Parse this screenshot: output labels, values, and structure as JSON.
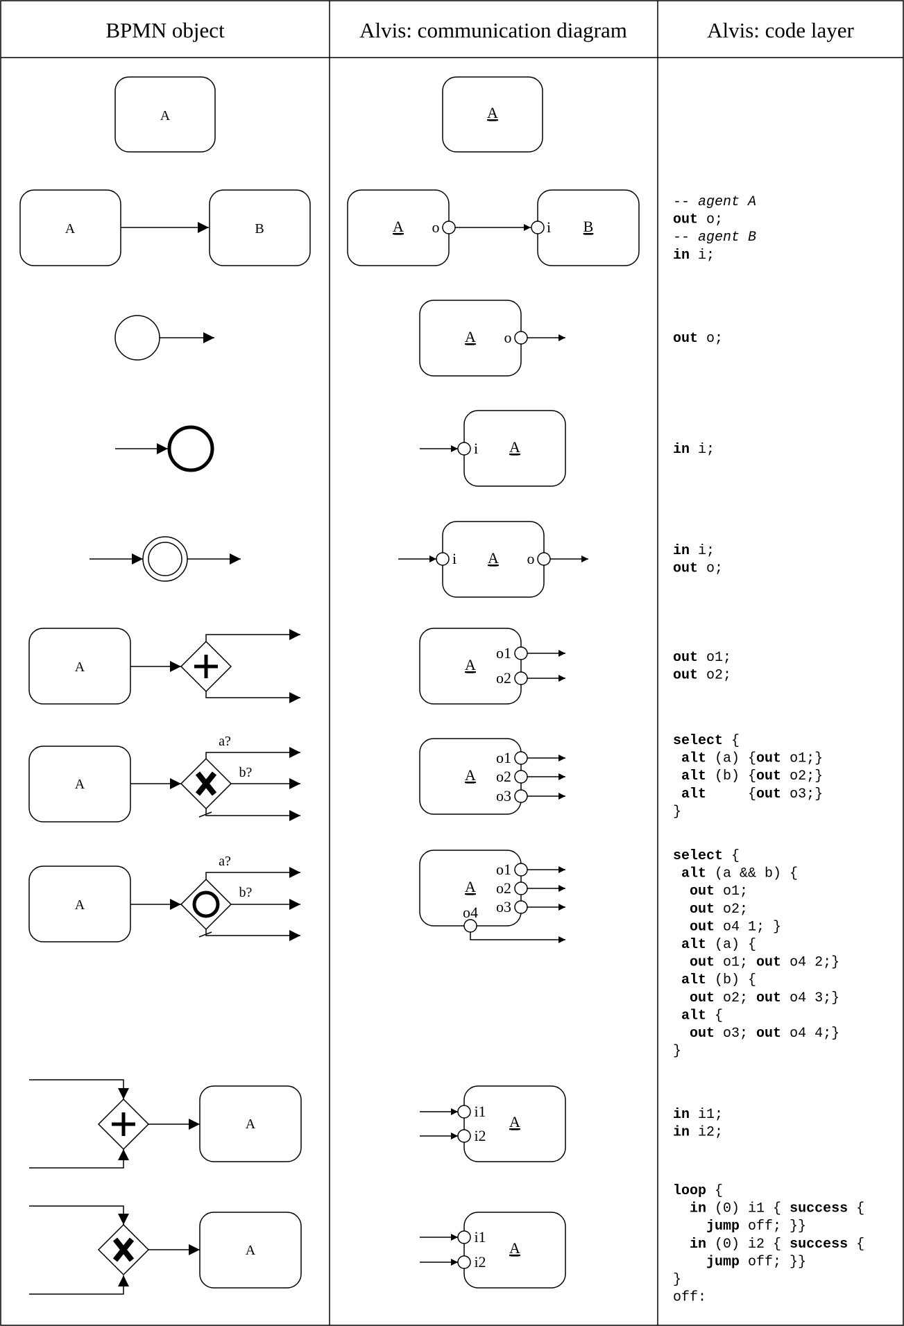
{
  "headers": {
    "bpmn": "BPMN object",
    "comm": "Alvis: communication diagram",
    "code": "Alvis: code layer"
  },
  "rows": [
    {
      "id": "task",
      "bpmn": {
        "task": "A"
      },
      "comm": {
        "agent": "A"
      },
      "code": []
    },
    {
      "id": "sequence-flow",
      "bpmn": {
        "task_a": "A",
        "task_b": "B"
      },
      "comm": {
        "agent_a": "A",
        "agent_b": "B",
        "port_out": "o",
        "port_in": "i"
      },
      "code": [
        [
          {
            "t": "-- agent A",
            "s": "cm"
          }
        ],
        [
          {
            "t": "out",
            "s": "kw"
          },
          {
            "t": " o;"
          }
        ],
        [
          {
            "t": "-- agent B",
            "s": "cm"
          }
        ],
        [
          {
            "t": "in",
            "s": "kw"
          },
          {
            "t": " i;"
          }
        ]
      ]
    },
    {
      "id": "start-event",
      "bpmn": {},
      "comm": {
        "agent": "A",
        "port_out": "o"
      },
      "code": [
        [
          {
            "t": "out",
            "s": "kw"
          },
          {
            "t": " o;"
          }
        ]
      ]
    },
    {
      "id": "end-event",
      "bpmn": {},
      "comm": {
        "agent": "A",
        "port_in": "i"
      },
      "code": [
        [
          {
            "t": "in",
            "s": "kw"
          },
          {
            "t": " i;"
          }
        ]
      ]
    },
    {
      "id": "intermediate-event",
      "bpmn": {},
      "comm": {
        "agent": "A",
        "port_in": "i",
        "port_out": "o"
      },
      "code": [
        [
          {
            "t": "in",
            "s": "kw"
          },
          {
            "t": " i;"
          }
        ],
        [
          {
            "t": "out",
            "s": "kw"
          },
          {
            "t": " o;"
          }
        ]
      ]
    },
    {
      "id": "parallel-fork",
      "bpmn": {
        "task": "A"
      },
      "comm": {
        "agent": "A",
        "ports_out": [
          "o1",
          "o2"
        ]
      },
      "code": [
        [
          {
            "t": "out",
            "s": "kw"
          },
          {
            "t": " o1;"
          }
        ],
        [
          {
            "t": "out",
            "s": "kw"
          },
          {
            "t": " o2;"
          }
        ]
      ]
    },
    {
      "id": "exclusive-fork",
      "bpmn": {
        "task": "A",
        "cond_a": "a?",
        "cond_b": "b?"
      },
      "comm": {
        "agent": "A",
        "ports_out": [
          "o1",
          "o2",
          "o3"
        ]
      },
      "code": [
        [
          {
            "t": "select",
            "s": "kw"
          },
          {
            "t": " {"
          }
        ],
        [
          {
            "t": " "
          },
          {
            "t": "alt",
            "s": "kw"
          },
          {
            "t": " (a) {"
          },
          {
            "t": "out",
            "s": "kw"
          },
          {
            "t": " o1;}"
          }
        ],
        [
          {
            "t": " "
          },
          {
            "t": "alt",
            "s": "kw"
          },
          {
            "t": " (b) {"
          },
          {
            "t": "out",
            "s": "kw"
          },
          {
            "t": " o2;}"
          }
        ],
        [
          {
            "t": " "
          },
          {
            "t": "alt",
            "s": "kw"
          },
          {
            "t": "     {"
          },
          {
            "t": "out",
            "s": "kw"
          },
          {
            "t": " o3;}"
          }
        ],
        [
          {
            "t": "}"
          }
        ]
      ]
    },
    {
      "id": "inclusive-fork",
      "bpmn": {
        "task": "A",
        "cond_a": "a?",
        "cond_b": "b?"
      },
      "comm": {
        "agent": "A",
        "ports_out": [
          "o1",
          "o2",
          "o3"
        ],
        "port_bottom": "o4"
      },
      "code": [
        [
          {
            "t": "select",
            "s": "kw"
          },
          {
            "t": " {"
          }
        ],
        [
          {
            "t": " "
          },
          {
            "t": "alt",
            "s": "kw"
          },
          {
            "t": " (a && b) {"
          }
        ],
        [
          {
            "t": "  "
          },
          {
            "t": "out",
            "s": "kw"
          },
          {
            "t": " o1;"
          }
        ],
        [
          {
            "t": "  "
          },
          {
            "t": "out",
            "s": "kw"
          },
          {
            "t": " o2;"
          }
        ],
        [
          {
            "t": "  "
          },
          {
            "t": "out",
            "s": "kw"
          },
          {
            "t": " o4 1; }"
          }
        ],
        [
          {
            "t": " "
          },
          {
            "t": "alt",
            "s": "kw"
          },
          {
            "t": " (a) {"
          }
        ],
        [
          {
            "t": "  "
          },
          {
            "t": "out",
            "s": "kw"
          },
          {
            "t": " o1; "
          },
          {
            "t": "out",
            "s": "kw"
          },
          {
            "t": " o4 2;}"
          }
        ],
        [
          {
            "t": " "
          },
          {
            "t": "alt",
            "s": "kw"
          },
          {
            "t": " (b) {"
          }
        ],
        [
          {
            "t": "  "
          },
          {
            "t": "out",
            "s": "kw"
          },
          {
            "t": " o2; "
          },
          {
            "t": "out",
            "s": "kw"
          },
          {
            "t": " o4 3;}"
          }
        ],
        [
          {
            "t": " "
          },
          {
            "t": "alt",
            "s": "kw"
          },
          {
            "t": " {"
          }
        ],
        [
          {
            "t": "  "
          },
          {
            "t": "out",
            "s": "kw"
          },
          {
            "t": " o3; "
          },
          {
            "t": "out",
            "s": "kw"
          },
          {
            "t": " o4 4;}"
          }
        ],
        [
          {
            "t": "}"
          }
        ]
      ]
    },
    {
      "id": "parallel-join",
      "bpmn": {
        "task": "A"
      },
      "comm": {
        "agent": "A",
        "ports_in": [
          "i1",
          "i2"
        ]
      },
      "code": [
        [
          {
            "t": "in",
            "s": "kw"
          },
          {
            "t": " i1;"
          }
        ],
        [
          {
            "t": "in",
            "s": "kw"
          },
          {
            "t": " i2;"
          }
        ]
      ]
    },
    {
      "id": "exclusive-join",
      "bpmn": {
        "task": "A"
      },
      "comm": {
        "agent": "A",
        "ports_in": [
          "i1",
          "i2"
        ]
      },
      "code": [
        [
          {
            "t": "loop",
            "s": "kw"
          },
          {
            "t": " {"
          }
        ],
        [
          {
            "t": "  "
          },
          {
            "t": "in",
            "s": "kw"
          },
          {
            "t": " (0) i1 { "
          },
          {
            "t": "success",
            "s": "kw"
          },
          {
            "t": " {"
          }
        ],
        [
          {
            "t": "    "
          },
          {
            "t": "jump",
            "s": "kw"
          },
          {
            "t": " off; }}"
          }
        ],
        [
          {
            "t": "  "
          },
          {
            "t": "in",
            "s": "kw"
          },
          {
            "t": " (0) i2 { "
          },
          {
            "t": "success",
            "s": "kw"
          },
          {
            "t": " {"
          }
        ],
        [
          {
            "t": "    "
          },
          {
            "t": "jump",
            "s": "kw"
          },
          {
            "t": " off; }}"
          }
        ],
        [
          {
            "t": "}"
          }
        ],
        [
          {
            "t": "off:"
          }
        ]
      ]
    }
  ]
}
